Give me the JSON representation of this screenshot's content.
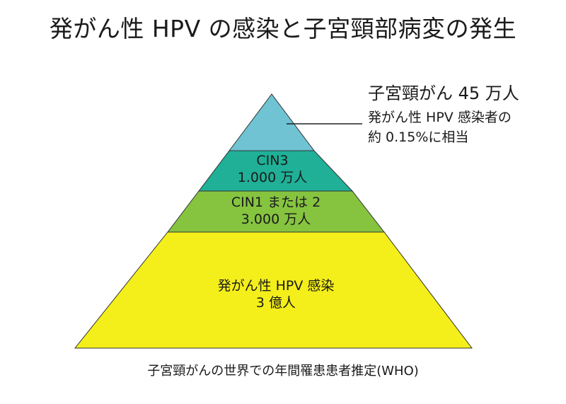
{
  "title": "発がん性 HPV の感染と子宮頸部病変の発生",
  "layers": [
    {
      "name": "cancer",
      "color": "#6fc3d3"
    },
    {
      "name": "cin3",
      "line1": "CIN3",
      "line2": "1.000 万人",
      "color": "#1fb097"
    },
    {
      "name": "cin1-2",
      "line1": "CIN1 または 2",
      "line2": "3.000 万人",
      "color": "#86c440"
    },
    {
      "name": "hpv-infection",
      "line1": "発がん性 HPV 感染",
      "line2": "3 億人",
      "color": "#f4ef1a"
    }
  ],
  "callout": {
    "main": "子宮頸がん 45 万人",
    "sub1": "発がん性 HPV 感染者の",
    "sub2": "約 0.15%に相当"
  },
  "caption": "子宮頸がんの世界での年間罹患患者推定(WHO)"
}
